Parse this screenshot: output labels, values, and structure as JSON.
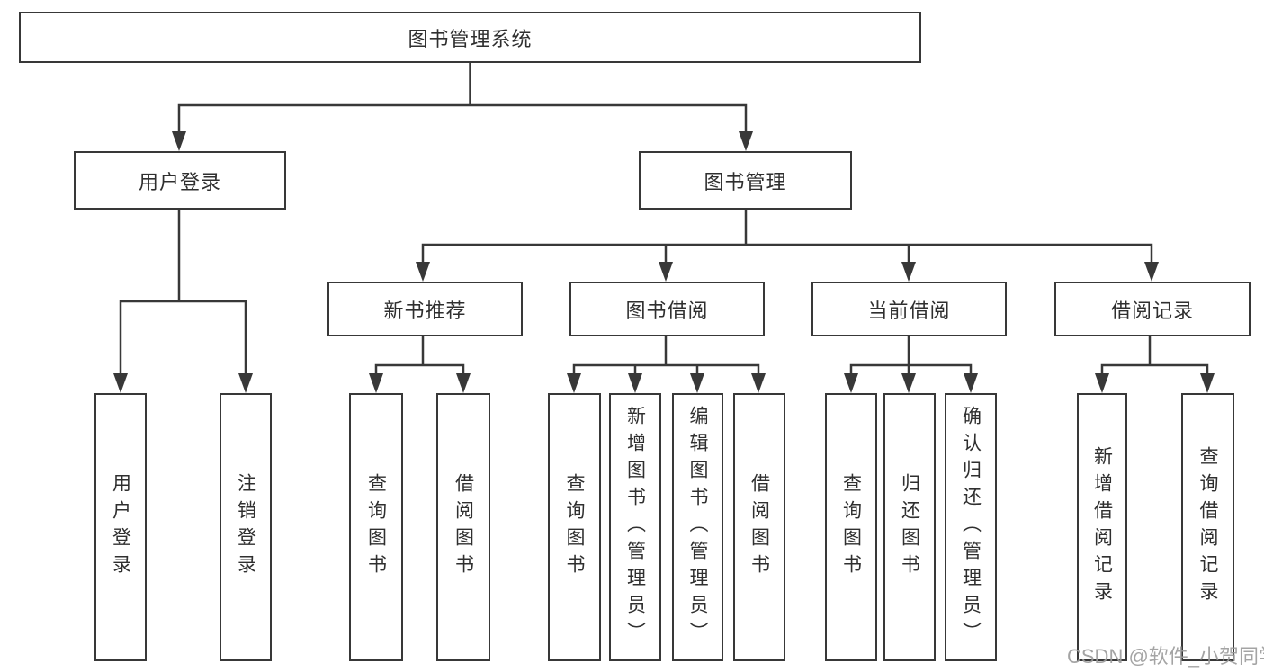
{
  "colors": {
    "line": "#383838",
    "box_background": "#ffffff",
    "text": "#2f2f2f",
    "watermark": "#9b9b9b"
  },
  "root": {
    "label": "图书管理系统"
  },
  "level2": [
    {
      "label": "用户登录"
    },
    {
      "label": "图书管理"
    }
  ],
  "level3": [
    {
      "label": "新书推荐"
    },
    {
      "label": "图书借阅"
    },
    {
      "label": "当前借阅"
    },
    {
      "label": "借阅记录"
    }
  ],
  "leaves": [
    {
      "label": "用户登录"
    },
    {
      "label": "注销登录"
    },
    {
      "label": "查询图书"
    },
    {
      "label": "借阅图书"
    },
    {
      "label": "查询图书"
    },
    {
      "label": "新增图书（管理员）"
    },
    {
      "label": "编辑图书（管理员）"
    },
    {
      "label": "借阅图书"
    },
    {
      "label": "查询图书"
    },
    {
      "label": "归还图书"
    },
    {
      "label": "确认归还（管理员）"
    },
    {
      "label": "新增借阅记录"
    },
    {
      "label": "查询借阅记录"
    }
  ],
  "watermark": {
    "text": "CSDN @软件_小贺同学"
  }
}
